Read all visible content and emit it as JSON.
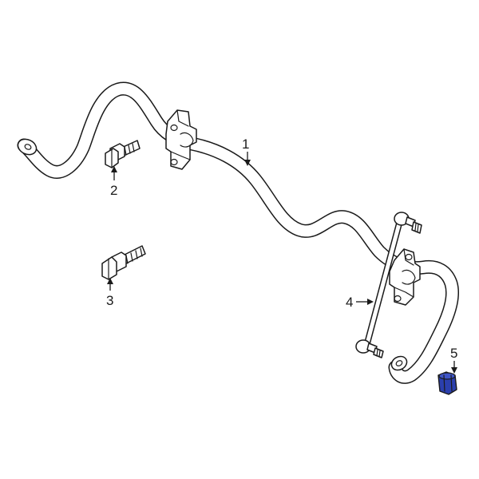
{
  "callouts": [
    {
      "id": "1",
      "label": "1",
      "part": "stabilizer-bar"
    },
    {
      "id": "2",
      "label": "2",
      "part": "bracket-bolt"
    },
    {
      "id": "3",
      "label": "3",
      "part": "bracket-bolt"
    },
    {
      "id": "4",
      "label": "4",
      "part": "stabilizer-link"
    },
    {
      "id": "5",
      "label": "5",
      "part": "link-nut"
    }
  ],
  "colors": {
    "outline": "#1a1a1a",
    "highlight": "#2b3fae",
    "background": "#ffffff"
  }
}
